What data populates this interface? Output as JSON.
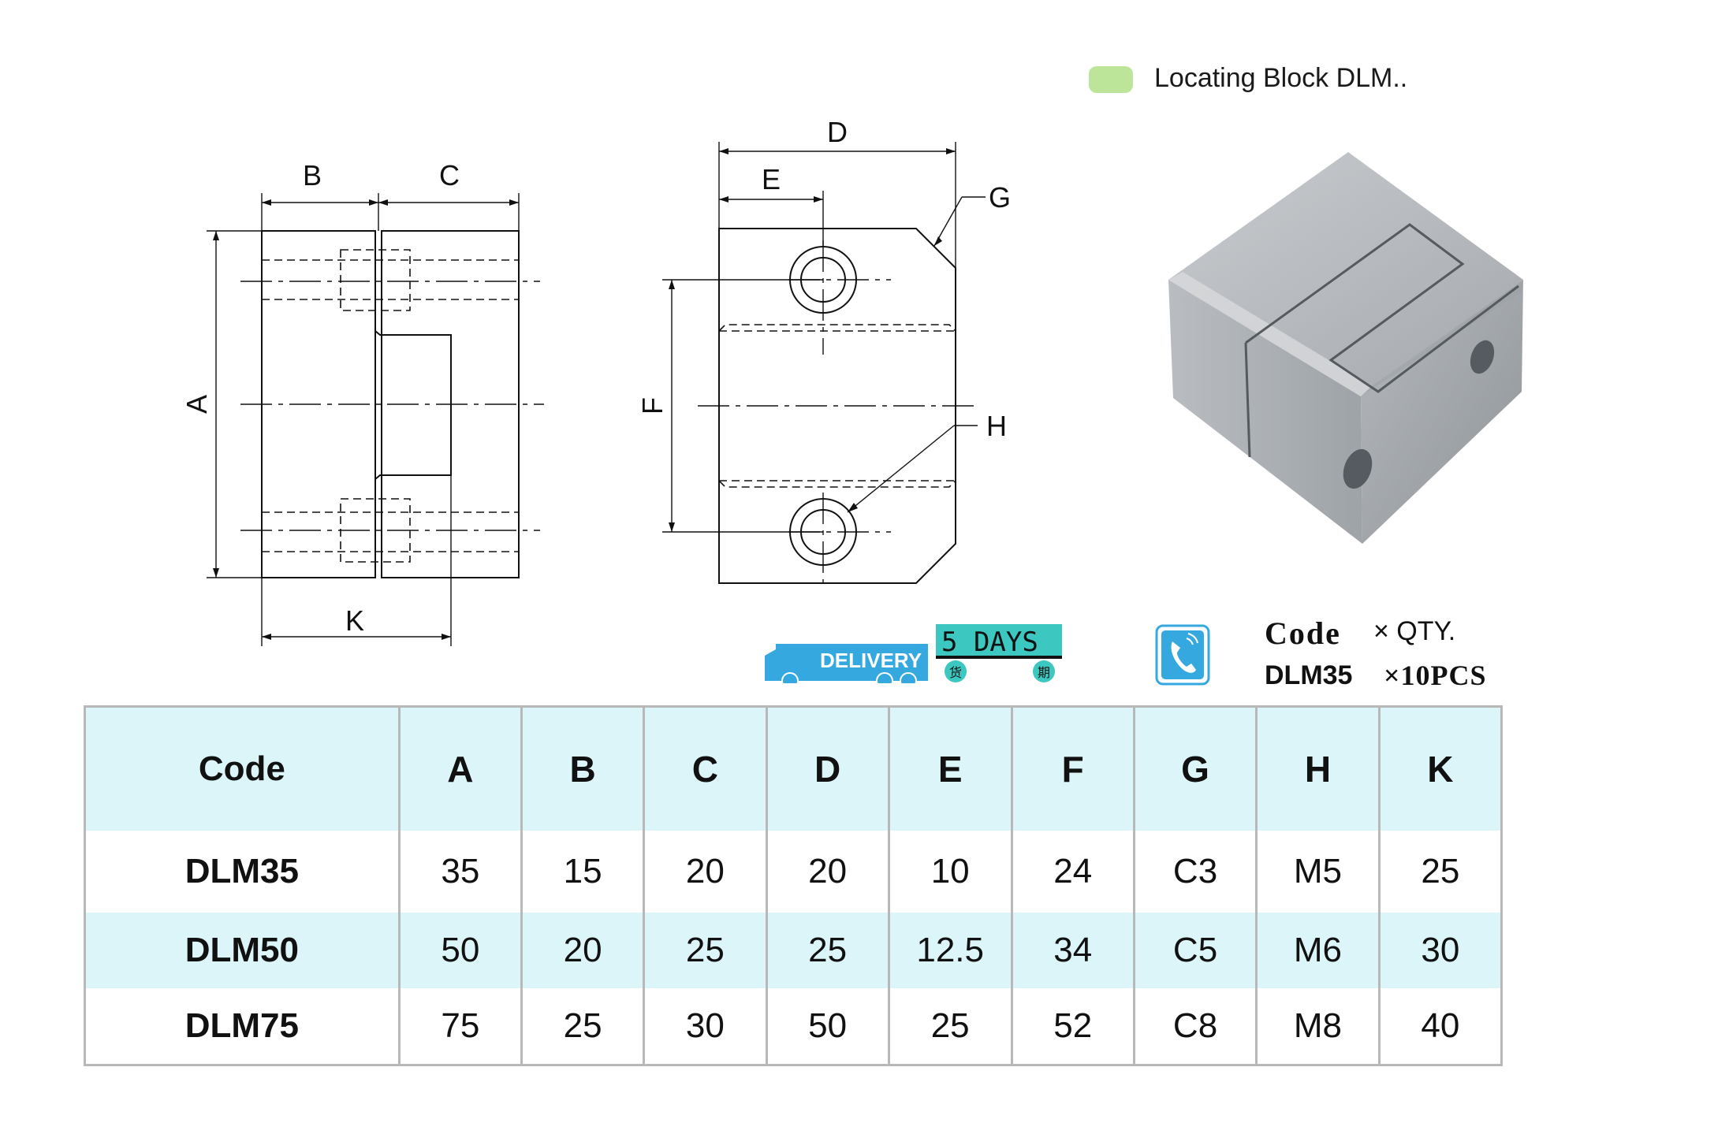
{
  "legend": {
    "label": "Locating Block DLM..",
    "swatch_color": "#bde59a"
  },
  "drawing_left": {
    "dim_labels": [
      "B",
      "C",
      "A",
      "K"
    ]
  },
  "drawing_right": {
    "dim_labels": [
      "D",
      "E",
      "G",
      "F",
      "H"
    ]
  },
  "delivery_badge": {
    "text": "DELIVERY",
    "days": "5 DAYS",
    "cn_left": "货",
    "cn_right": "期",
    "truck_color": "#35a8e0",
    "days_color": "#3cc8c0"
  },
  "order": {
    "code_label": "Code",
    "qty_label": "× QTY.",
    "code_value": "DLM35",
    "qty_value": "×10PCS"
  },
  "table": {
    "headers": [
      "Code",
      "A",
      "B",
      "C",
      "D",
      "E",
      "F",
      "G",
      "H",
      "K"
    ],
    "rows": [
      [
        "DLM35",
        "35",
        "15",
        "20",
        "20",
        "10",
        "24",
        "C3",
        "M5",
        "25"
      ],
      [
        "DLM50",
        "50",
        "20",
        "25",
        "25",
        "12.5",
        "34",
        "C5",
        "M6",
        "30"
      ],
      [
        "DLM75",
        "75",
        "25",
        "30",
        "50",
        "25",
        "52",
        "C8",
        "M8",
        "40"
      ]
    ],
    "header_bg": "#dcf5f8"
  }
}
